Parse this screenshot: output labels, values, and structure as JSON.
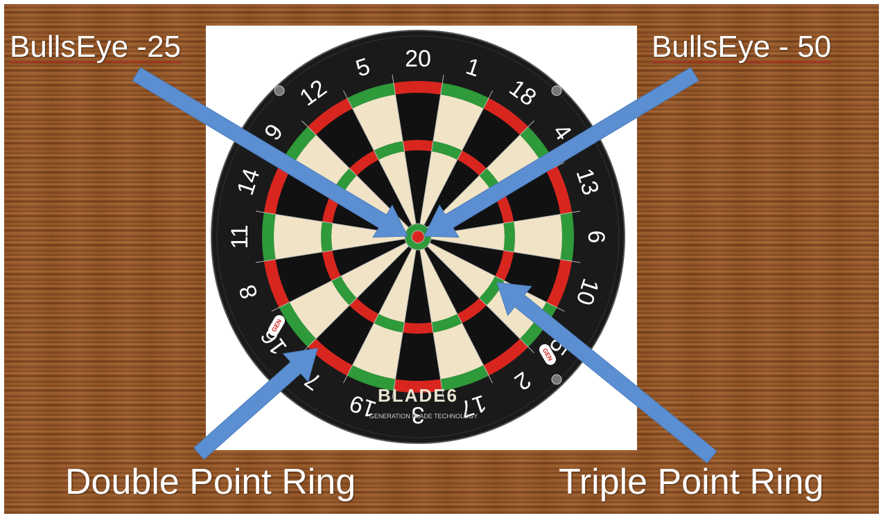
{
  "labels": {
    "bullseye_outer": "BullsEye -25",
    "bullseye_inner": "BullsEye - 50",
    "double_ring": "Double Point Ring",
    "triple_ring": "Triple Point Ring"
  },
  "board": {
    "numbers": [
      "20",
      "1",
      "18",
      "4",
      "13",
      "6",
      "10",
      "15",
      "2",
      "17",
      "3",
      "19",
      "7",
      "16",
      "8",
      "11",
      "14",
      "9",
      "12",
      "5"
    ],
    "brand": "BLADE6",
    "tagline": "GENERATION BLADE TECHNOLOGY",
    "badge": "GEN"
  },
  "colors": {
    "arrow": "#5b8fd1",
    "red": "#d8261f",
    "green": "#2e9a3a",
    "cream": "#f1e4c6",
    "black": "#111111"
  }
}
